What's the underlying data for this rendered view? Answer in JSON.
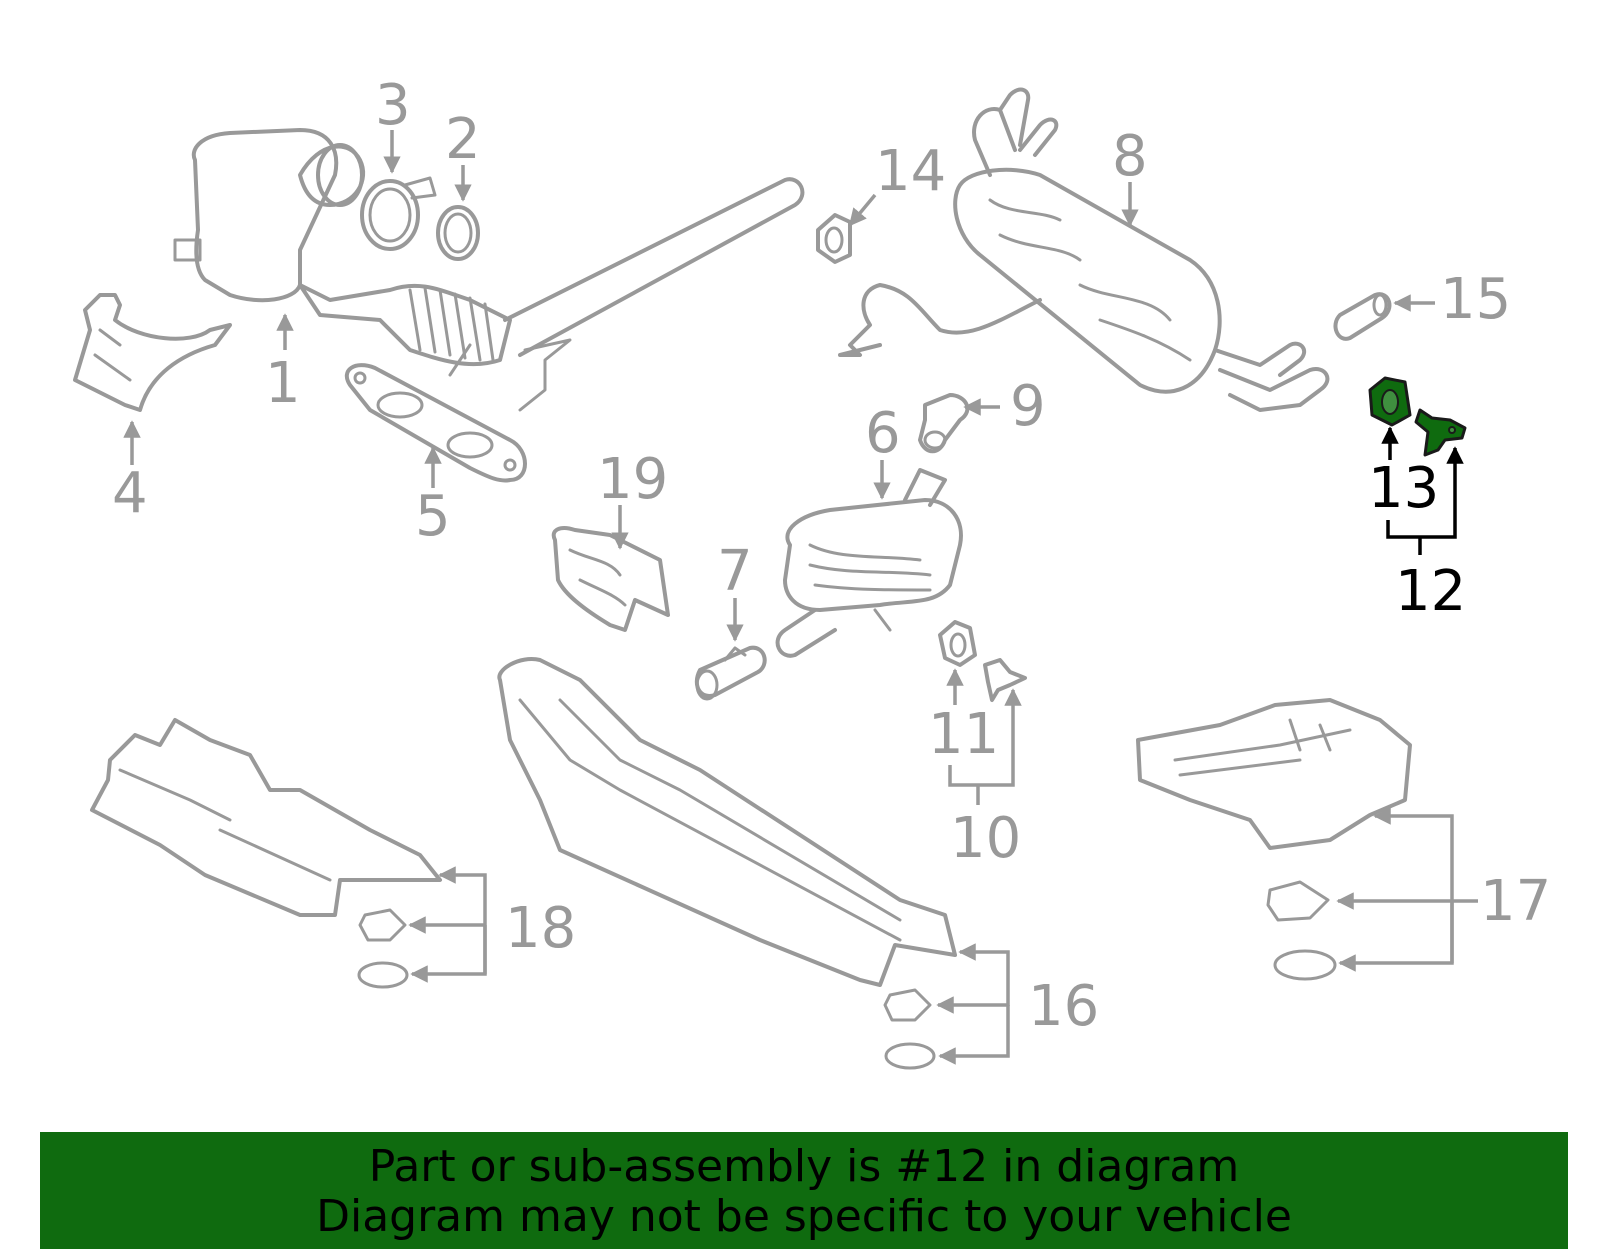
{
  "colors": {
    "line_art": "#999999",
    "highlighted_part": "#0f6b0f",
    "highlighted_callout": "#000000",
    "banner_background": "#0f6b0f",
    "banner_text": "#000000",
    "background": "#ffffff"
  },
  "callouts": {
    "c1": "1",
    "c2": "2",
    "c3": "3",
    "c4": "4",
    "c5": "5",
    "c6": "6",
    "c7": "7",
    "c8": "8",
    "c9": "9",
    "c10": "10",
    "c11": "11",
    "c12": "12",
    "c13": "13",
    "c14": "14",
    "c15": "15",
    "c16": "16",
    "c17": "17",
    "c18": "18",
    "c19": "19"
  },
  "highlighted_callout": "12",
  "banner": {
    "line1": "Part or sub-assembly is #12 in diagram",
    "line2": "Diagram may not be specific to your vehicle"
  }
}
